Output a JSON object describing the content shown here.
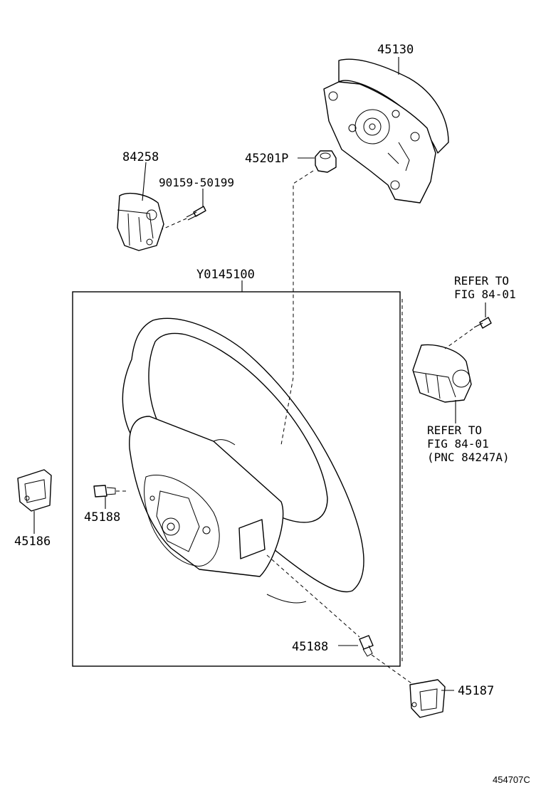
{
  "labels": {
    "airbag": "45130",
    "nut": "45201P",
    "switch_top": "84258",
    "screw_top": "90159-50199",
    "wheel": "Y0145100",
    "refer_top_1": "REFER TO",
    "refer_top_2": "FIG 84-01",
    "refer_bot_1": "REFER TO",
    "refer_bot_2": "FIG 84-01",
    "refer_bot_3": "(PNC 84247A)",
    "cover_left": "45186",
    "screw_left": "45188",
    "screw_bottom": "45188",
    "cover_right": "45187",
    "figure_id": "454707C"
  }
}
